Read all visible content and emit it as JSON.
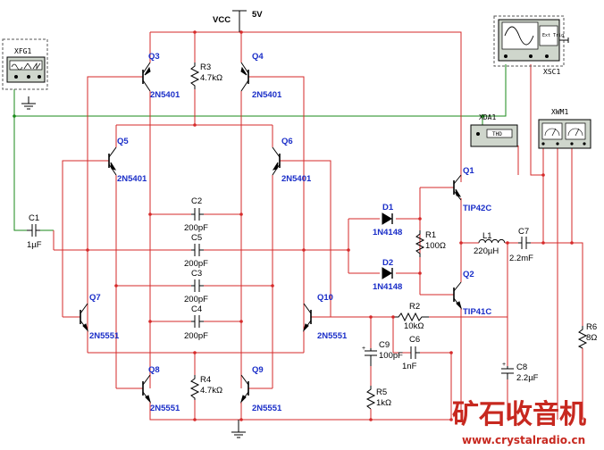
{
  "supply": {
    "net_label": "VCC",
    "voltage": "5V"
  },
  "transistors": {
    "q1": {
      "ref": "Q1",
      "model": "TIP42C"
    },
    "q2": {
      "ref": "Q2",
      "model": "TIP41C"
    },
    "q3": {
      "ref": "Q3",
      "model": "2N5401"
    },
    "q4": {
      "ref": "Q4",
      "model": "2N5401"
    },
    "q5": {
      "ref": "Q5",
      "model": "2N5401"
    },
    "q6": {
      "ref": "Q6",
      "model": "2N5401"
    },
    "q7": {
      "ref": "Q7",
      "model": "2N5551"
    },
    "q8": {
      "ref": "Q8",
      "model": "2N5551"
    },
    "q9": {
      "ref": "Q9",
      "model": "2N5551"
    },
    "q10": {
      "ref": "Q10",
      "model": "2N5551"
    }
  },
  "resistors": {
    "r1": {
      "ref": "R1",
      "value": "100Ω"
    },
    "r2": {
      "ref": "R2",
      "value": "10kΩ"
    },
    "r3": {
      "ref": "R3",
      "value": "4.7kΩ"
    },
    "r4": {
      "ref": "R4",
      "value": "4.7kΩ"
    },
    "r5": {
      "ref": "R5",
      "value": "1kΩ"
    },
    "r6": {
      "ref": "R6",
      "value": "8Ω"
    }
  },
  "capacitors": {
    "c1": {
      "ref": "C1",
      "value": "1µF"
    },
    "c2": {
      "ref": "C2",
      "value": "200pF"
    },
    "c3": {
      "ref": "C3",
      "value": "200pF"
    },
    "c4": {
      "ref": "C4",
      "value": "200pF"
    },
    "c5": {
      "ref": "C5",
      "value": "200pF"
    },
    "c6": {
      "ref": "C6",
      "value": "1nF"
    },
    "c7": {
      "ref": "C7",
      "value": "2.2mF"
    },
    "c8": {
      "ref": "C8",
      "value": "2.2µF"
    },
    "c9": {
      "ref": "C9",
      "value": "100pF"
    }
  },
  "diodes": {
    "d1": {
      "ref": "D1",
      "model": "1N4148"
    },
    "d2": {
      "ref": "D2",
      "model": "1N4148"
    }
  },
  "inductors": {
    "l1": {
      "ref": "L1",
      "value": "220µH"
    }
  },
  "instruments": {
    "xfg1": {
      "ref": "XFG1"
    },
    "xsc1": {
      "ref": "XSC1",
      "ext_trig": "Ext Trig"
    },
    "xda1": {
      "ref": "XDA1",
      "display": "THD"
    },
    "xwm1": {
      "ref": "XWM1"
    }
  },
  "watermark": {
    "brand": "矿石收音机",
    "url": "www.crystalradio.cn"
  },
  "colors": {
    "wire_red": "#d62a2a",
    "wire_green": "#1a8a1a",
    "label_blue": "#1a2ec8",
    "watermark_red": "#c7281f"
  }
}
